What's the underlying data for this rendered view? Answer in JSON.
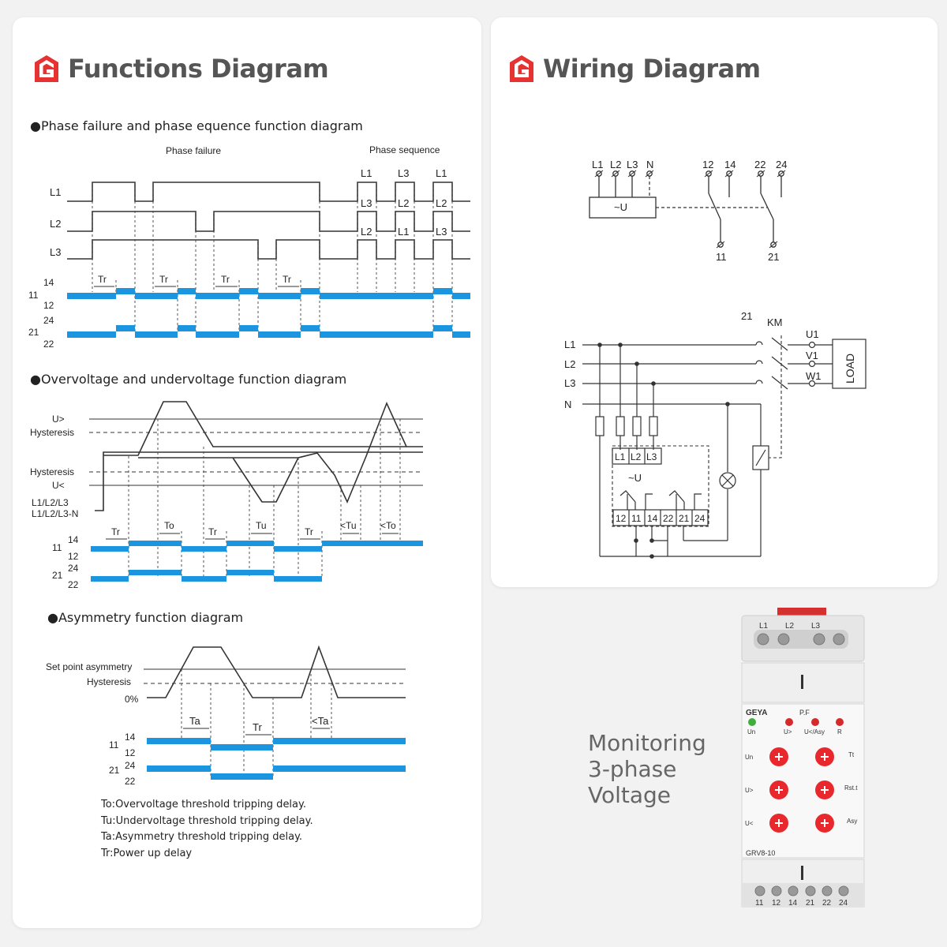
{
  "functions": {
    "title": "Functions Diagram",
    "sections": {
      "phase": "●Phase failure and phase equence function diagram",
      "voltage": "●Overvoltage and undervoltage function diagram",
      "asym": "●Asymmetry function diagram"
    },
    "phase_labels": {
      "phase_failure": "Phase failure",
      "phase_sequence": "Phase sequence",
      "L1": "L1",
      "L2": "L2",
      "L3": "L3",
      "seq_top": [
        "L1",
        "L3",
        "L1"
      ],
      "seq_mid": [
        "L3",
        "L2",
        "L2"
      ],
      "seq_low": [
        "L2",
        "L1",
        "L3"
      ],
      "tr": "Tr"
    },
    "voltage_labels": {
      "u_over": "U>",
      "hysteresis": "Hysteresis",
      "u_under": "U<",
      "l123": "L1/L2/L3",
      "l123n": "L1/L2/L3-N",
      "delays": [
        "Tr",
        "To",
        "Tr",
        "Tu",
        "Tr",
        "<Tu",
        "<To"
      ]
    },
    "asym_labels": {
      "set_point": "Set point asymmetry",
      "hysteresis": "Hysteresis",
      "zero": "0%",
      "delays": [
        "Ta",
        "Tr",
        "<Ta"
      ]
    },
    "contacts": {
      "c11": "11",
      "c14": "14",
      "c12": "12",
      "c21": "21",
      "c24": "24",
      "c22": "22"
    },
    "legend": [
      "To:Overvoltage threshold tripping delay.",
      "Tu:Undervoltage threshold tripping delay.",
      "Ta:Asymmetry threshold tripping delay.",
      "Tr:Power up delay"
    ]
  },
  "wiring": {
    "title": "Wiring Diagram",
    "top": {
      "terms": [
        "L1",
        "L2",
        "L3",
        "N"
      ],
      "relay": [
        "12",
        "14",
        "22",
        "24"
      ],
      "u": "~U",
      "common": [
        "11",
        "21"
      ]
    },
    "bottom": {
      "lines": [
        "L1",
        "L2",
        "L3",
        "N"
      ],
      "km": "KM",
      "n21": "21",
      "outputs": [
        "U1",
        "V1",
        "W1"
      ],
      "load": "LOAD",
      "inputs": [
        "L1",
        "L2",
        "L3"
      ],
      "u": "~U",
      "terminals": [
        "12",
        "11",
        "14",
        "22",
        "21",
        "24"
      ]
    }
  },
  "product": {
    "caption": [
      "Monitoring",
      "3-phase",
      "Voltage"
    ],
    "brand": "GEYA",
    "pf": "P.F",
    "model": "GRV8-10",
    "top_terms": [
      "L1",
      "L2",
      "L3"
    ],
    "leds": [
      "Un",
      "U>",
      "U</Asy",
      "R"
    ],
    "knobs": [
      "Un",
      "Tt",
      "U>",
      "Rst.t",
      "U<",
      "Asy"
    ],
    "bottom_terms": [
      "11",
      "12",
      "14",
      "21",
      "22",
      "24"
    ],
    "colors": {
      "led_green": "#3fae3f",
      "led_red": "#d42a2a",
      "knob": "#e8282c"
    }
  },
  "colors": {
    "brand_red": "#e63331",
    "contact_blue": "#1b95e0"
  }
}
